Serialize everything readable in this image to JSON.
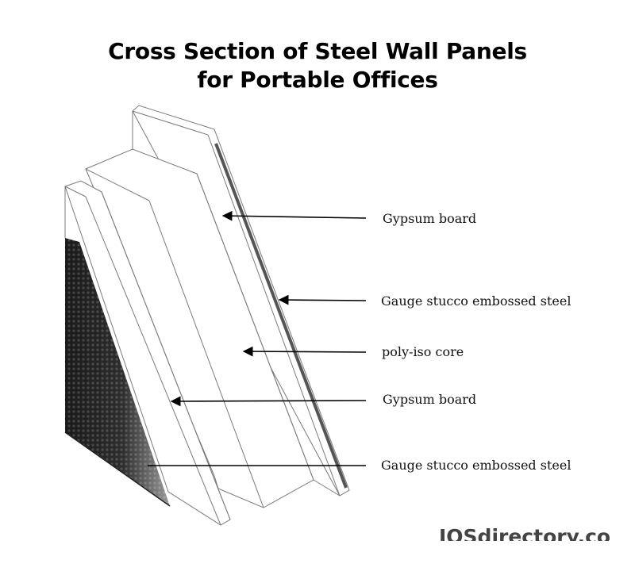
{
  "title": {
    "line1": "Cross Section of Steel Wall Panels",
    "line2": "for Portable Offices"
  },
  "labels": [
    "Gypsum board",
    "Gauge stucco embossed steel",
    "poly-iso core",
    "Gypsum board",
    "Gauge stucco embossed steel"
  ],
  "watermark": "IQSdirectory.com",
  "colors": {
    "background": "#ffffff",
    "outline": "#555555",
    "steel_sheet": "#555555",
    "arrow": "#000000"
  }
}
